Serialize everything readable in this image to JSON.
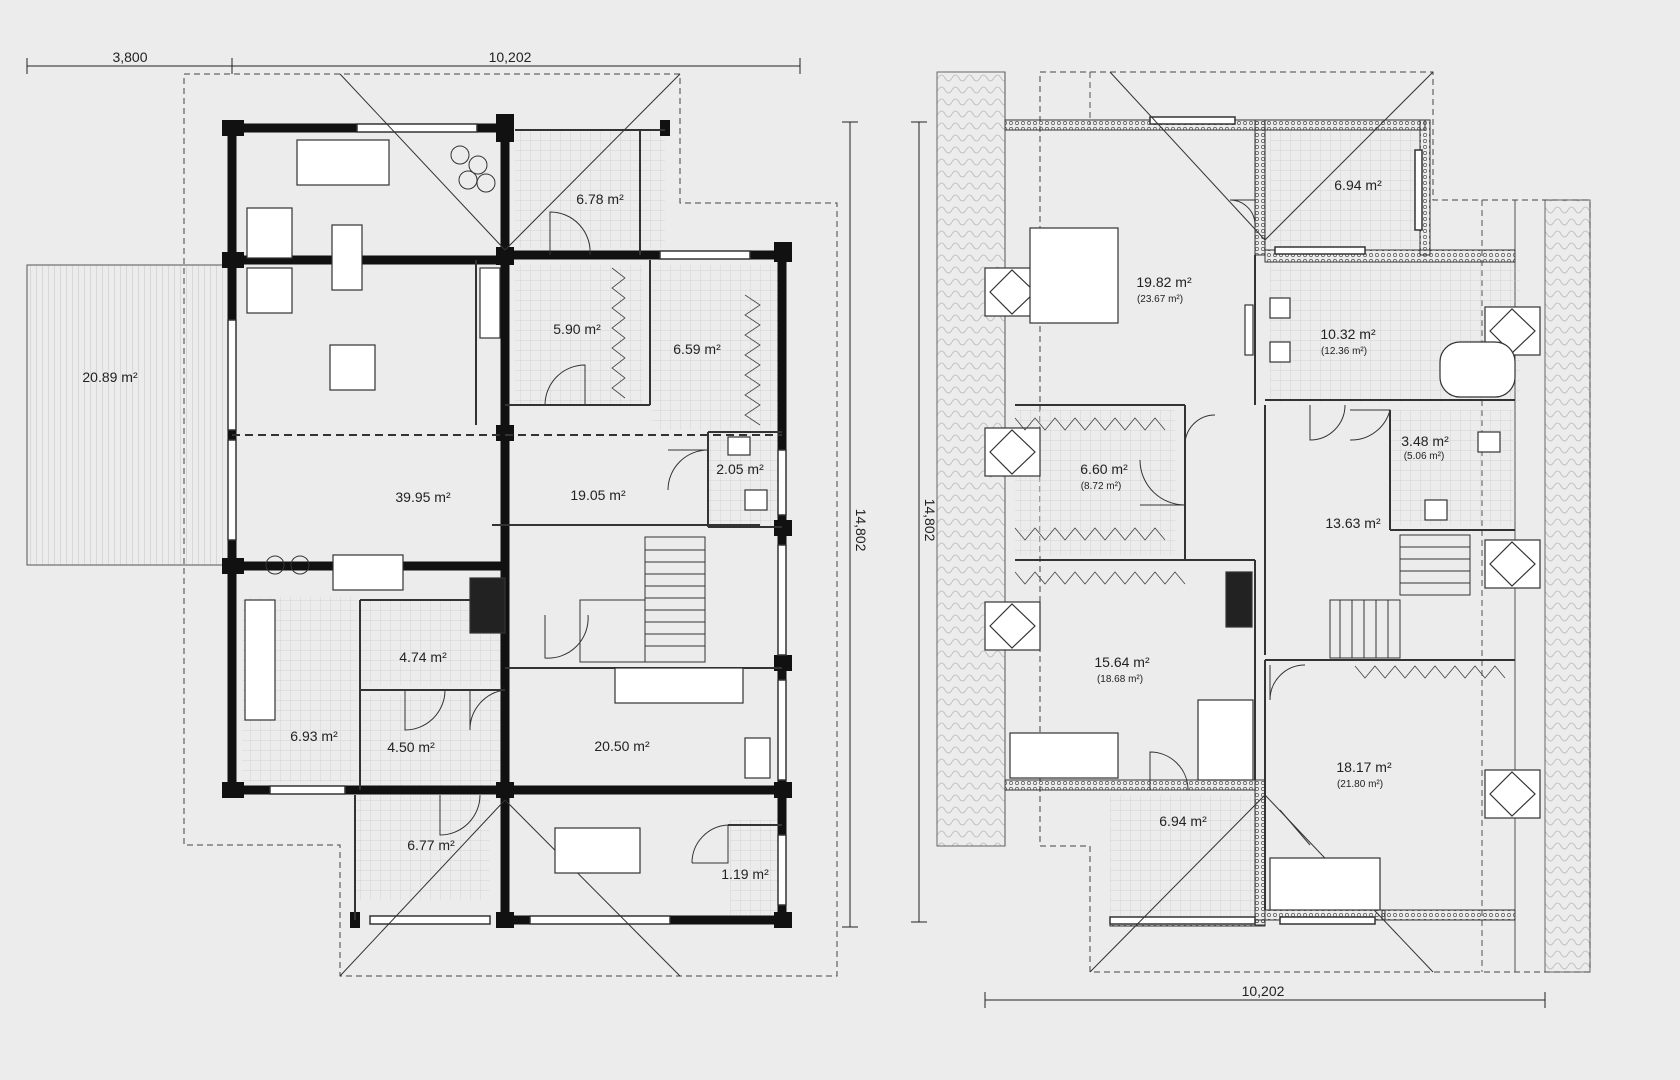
{
  "colors": {
    "background": "#ececec",
    "wall": "#111111",
    "tile_grid": "#c8c8c8",
    "roof_hatch": "#bdbdbd"
  },
  "ground_floor": {
    "dims": {
      "top_left": "3,800",
      "top_right": "10,202",
      "right_vertical": "14,802"
    },
    "rooms": [
      {
        "area": "20.89 m²"
      },
      {
        "area": "6.78 m²"
      },
      {
        "area": "5.90 m²"
      },
      {
        "area": "6.59 m²"
      },
      {
        "area": "2.05 m²"
      },
      {
        "area": "39.95 m²"
      },
      {
        "area": "19.05 m²"
      },
      {
        "area": "4.74 m²"
      },
      {
        "area": "6.93 m²"
      },
      {
        "area": "4.50 m²"
      },
      {
        "area": "20.50 m²"
      },
      {
        "area": "6.77 m²"
      },
      {
        "area": "1.19 m²"
      }
    ]
  },
  "upper_floor": {
    "dims": {
      "left_vertical": "14,802",
      "bottom": "10,202"
    },
    "rooms": [
      {
        "area": "6.94 m²",
        "sub": ""
      },
      {
        "area": "19.82 m²",
        "sub": "(23.67 m²)"
      },
      {
        "area": "10.32 m²",
        "sub": "(12.36 m²)"
      },
      {
        "area": "6.60 m²",
        "sub": "(8.72 m²)"
      },
      {
        "area": "3.48 m²",
        "sub": "(5.06 m²)"
      },
      {
        "area": "13.63 m²",
        "sub": ""
      },
      {
        "area": "15.64 m²",
        "sub": "(18.68 m²)"
      },
      {
        "area": "18.17 m²",
        "sub": "(21.80 m²)"
      },
      {
        "area": "6.94 m²",
        "sub": ""
      }
    ]
  }
}
